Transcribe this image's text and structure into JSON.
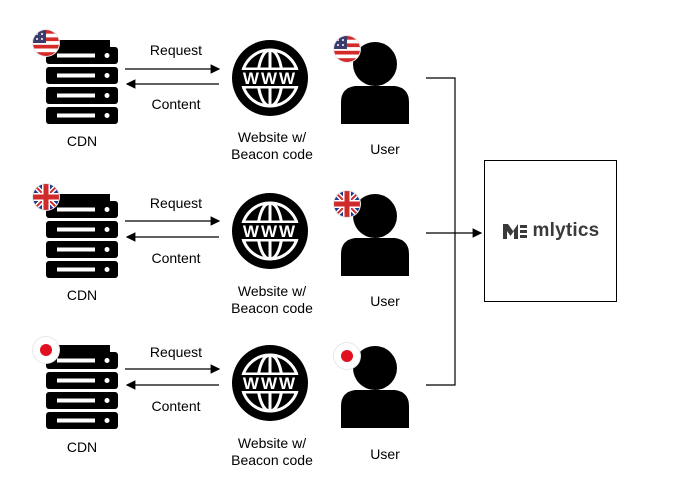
{
  "rows": [
    {
      "region": "us",
      "request_label": "Request",
      "content_label": "Content",
      "cdn_label": "CDN",
      "website_label": "Website w/ Beacon code",
      "user_label": "User"
    },
    {
      "region": "uk",
      "request_label": "Request",
      "content_label": "Content",
      "cdn_label": "CDN",
      "website_label": "Website w/ Beacon code",
      "user_label": "User"
    },
    {
      "region": "jp",
      "request_label": "Request",
      "content_label": "Content",
      "cdn_label": "CDN",
      "website_label": "Website w/ Beacon code",
      "user_label": "User"
    }
  ],
  "globe_text": "WWW",
  "destination": {
    "brand_name": "mlytics",
    "logo_icon": "mlytics-logo-icon"
  },
  "colors": {
    "icon": "#000000",
    "brand_text": "#3a3a3a",
    "us_red": "#d42a2a",
    "us_blue": "#3c3b6e",
    "uk_blue": "#1f3a8a",
    "uk_red": "#cf2b2b",
    "jp_red": "#e0101e"
  }
}
